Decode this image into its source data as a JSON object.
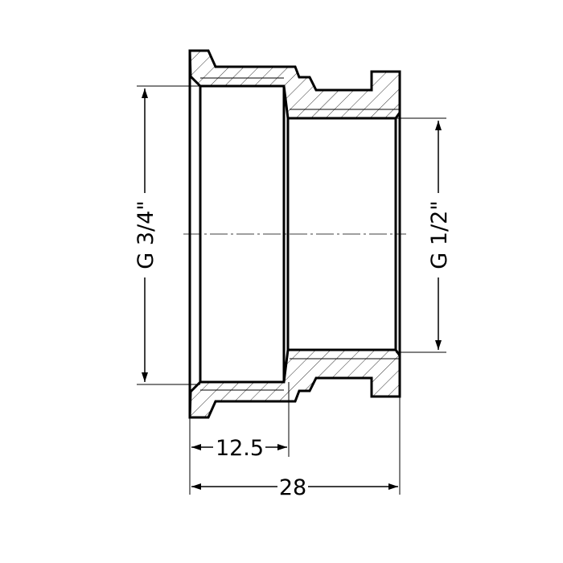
{
  "drawing": {
    "left_thread_label": "G 3/4\"",
    "right_thread_label": "G 1/2\"",
    "depth_dimension": "12.5",
    "length_dimension": "28"
  },
  "colors": {
    "line": "#000000",
    "background": "#ffffff"
  }
}
